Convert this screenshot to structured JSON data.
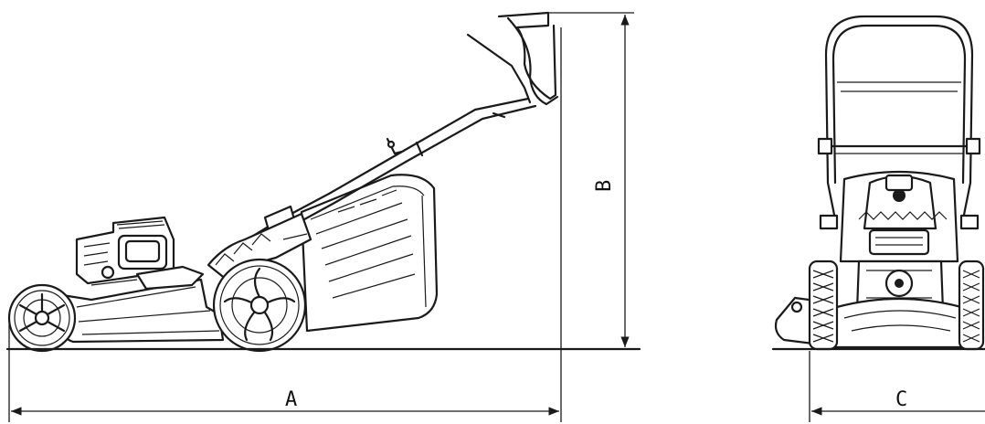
{
  "dimensions": {
    "length_label": "A",
    "height_label": "B",
    "width_label": "C"
  }
}
